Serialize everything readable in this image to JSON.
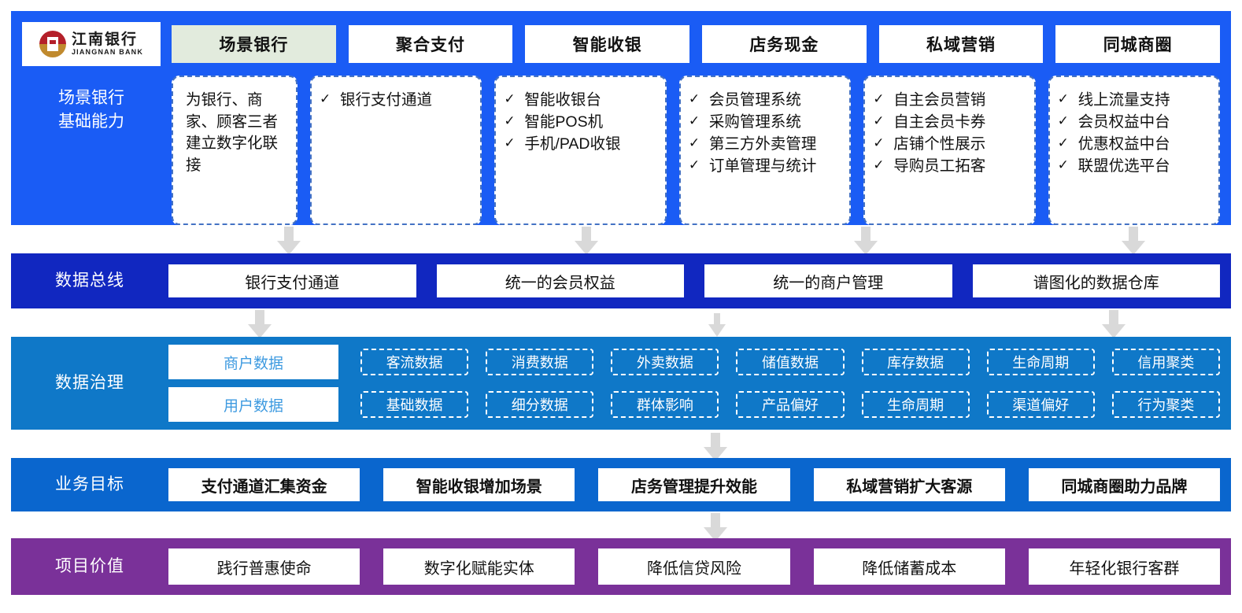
{
  "brand": {
    "name_cn": "江南银行",
    "name_en": "JIANGNAN BANK"
  },
  "capability_layer": {
    "side_label": "场景银行\n基础能力",
    "side_label_line1": "场景银行",
    "side_label_line2": "基础能力",
    "tabs": [
      {
        "label": "场景银行",
        "active": true
      },
      {
        "label": "聚合支付",
        "active": false
      },
      {
        "label": "智能收银",
        "active": false
      },
      {
        "label": "店务现金",
        "active": false
      },
      {
        "label": "私域营销",
        "active": false
      },
      {
        "label": "同城商圈",
        "active": false
      }
    ],
    "cards": [
      {
        "type": "paragraph",
        "text": "为银行、商家、顾客三者建立数字化联接"
      },
      {
        "type": "list",
        "items": [
          "银行支付通道"
        ]
      },
      {
        "type": "list",
        "items": [
          "智能收银台",
          "智能POS机",
          "手机/PAD收银"
        ]
      },
      {
        "type": "list",
        "items": [
          "会员管理系统",
          "采购管理系统",
          "第三方外卖管理",
          "订单管理与统计"
        ]
      },
      {
        "type": "list",
        "items": [
          "自主会员营销",
          "自主会员卡券",
          "店铺个性展示",
          "导购员工拓客"
        ]
      },
      {
        "type": "list",
        "items": [
          "线上流量支持",
          "会员权益中台",
          "优惠权益中台",
          "联盟优选平台"
        ]
      }
    ],
    "check_glyph": "✓"
  },
  "data_bus": {
    "label": "数据总线",
    "items": [
      "银行支付通道",
      "统一的会员权益",
      "统一的商户管理",
      "谱图化的数据仓库"
    ]
  },
  "data_governance": {
    "label": "数据治理",
    "rows": [
      {
        "pill": "商户数据",
        "tags": [
          "客流数据",
          "消费数据",
          "外卖数据",
          "储值数据",
          "库存数据",
          "生命周期",
          "信用聚类"
        ]
      },
      {
        "pill": "用户数据",
        "tags": [
          "基础数据",
          "细分数据",
          "群体影响",
          "产品偏好",
          "生命周期",
          "渠道偏好",
          "行为聚类"
        ]
      }
    ]
  },
  "business_objectives": {
    "label": "业务目标",
    "items": [
      "支付通道汇集资金",
      "智能收银增加场景",
      "店务管理提升效能",
      "私域营销扩大客源",
      "同城商圈助力品牌"
    ]
  },
  "project_value": {
    "label": "项目价值",
    "items": [
      "践行普惠使命",
      "数字化赋能实体",
      "降低信贷风险",
      "降低储蓄成本",
      "年轻化银行客群"
    ]
  },
  "colors": {
    "capability_band": "#1a5cf5",
    "data_bus_band": "#1127c0",
    "governance_band": "#0f78c8",
    "objectives_band": "#0a66ce",
    "value_band": "#7a3199",
    "active_tab": "#e2ebdd",
    "arrow": "#d9d9d9",
    "card_border": "#4472c4",
    "pill_text": "#3d9ae0"
  }
}
